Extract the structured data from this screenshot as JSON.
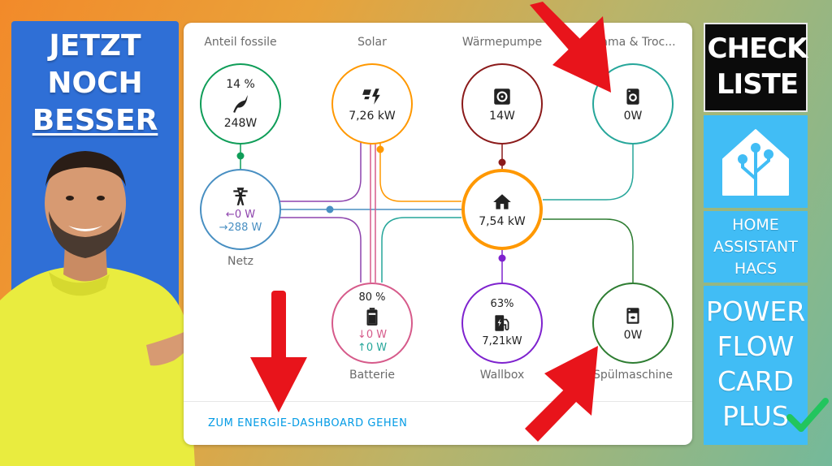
{
  "promo": {
    "line1": "JETZT",
    "line2": "NOCH",
    "line3": "BESSER"
  },
  "card": {
    "dashboard_link": "ZUM ENERGIE-DASHBOARD GEHEN",
    "nodes": {
      "fossil": {
        "label": "Anteil fossile",
        "percent": "14 %",
        "power": "248W",
        "color": "#0f9d58",
        "icon": "leaf-icon"
      },
      "solar": {
        "label": "Solar",
        "power": "7,26 kW",
        "color": "#ff9800",
        "icon": "solar-power-icon"
      },
      "heatpump": {
        "label": "Wärmepumpe",
        "power": "14W",
        "color": "#8b1a1a",
        "icon": "heat-pump-icon"
      },
      "washer": {
        "label": "Wama & Troc...",
        "power": "0W",
        "color": "#26a69a",
        "icon": "washing-machine-icon"
      },
      "grid": {
        "label": "Netz",
        "import": "←0 W",
        "export": "→288 W",
        "color": "#488fc2",
        "import_color": "#8e44ad",
        "export_color": "#488fc2",
        "icon": "transmission-tower-icon"
      },
      "home": {
        "power": "7,54 kW",
        "color": "#ff9800",
        "icon": "home-icon"
      },
      "battery": {
        "label": "Batterie",
        "percent": "80 %",
        "in": "↓0 W",
        "out": "↑0 W",
        "color": "#d65a8a",
        "in_color": "#d65a8a",
        "out_color": "#26a69a",
        "icon": "battery-icon"
      },
      "wallbox": {
        "label": "Wallbox",
        "percent": "63%",
        "power": "7,21kW",
        "color": "#7e22ce",
        "icon": "ev-station-icon"
      },
      "dishwasher": {
        "label": "Spülmaschine",
        "power": "0W",
        "color": "#2e7d32",
        "icon": "dishwasher-icon"
      }
    }
  },
  "sidebar": {
    "check_line1": "CHECK",
    "check_line2": "LISTE",
    "hacs_line1": "HOME",
    "hacs_line2": "ASSISTANT",
    "hacs_line3": "HACS",
    "pfc_line1": "POWER",
    "pfc_line2": "FLOW",
    "pfc_line3": "CARD",
    "pfc_line4": "PLUS"
  },
  "colors": {
    "left_panel": "#2f6fd6",
    "tile_blue": "#41bdf5",
    "link": "#039be5",
    "arrow_red": "#e8141b",
    "check_green": "#22c55e"
  }
}
